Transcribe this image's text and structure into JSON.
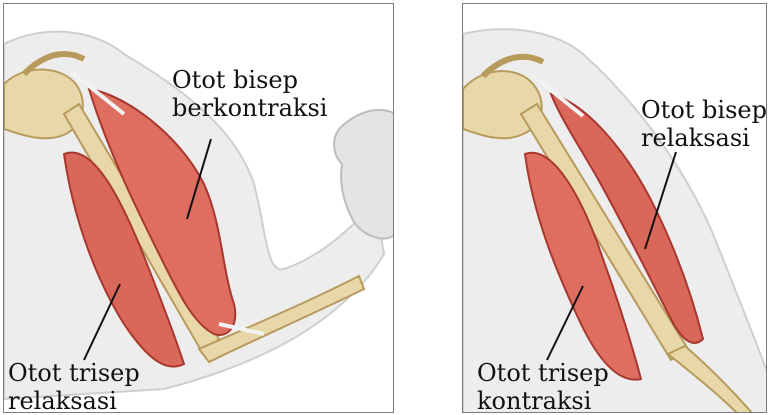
{
  "left_panel": {
    "label_top": [
      "Otot bisep",
      "berkontraksi"
    ],
    "label_bottom": [
      "Otot trisep",
      "relaksasi"
    ]
  },
  "right_panel": {
    "label_top": [
      "Otot bisep",
      "relaksasi"
    ],
    "label_bottom": [
      "Otot trisep",
      "kontraksi"
    ]
  },
  "colors": {
    "skin": "#ececec",
    "skin_outline": "#c8c8c8",
    "bone": "#e7d6a8",
    "bone_outline": "#b89a5c",
    "muscle": "#d9685a",
    "muscle_dark": "#a8372e",
    "line": "#111111"
  }
}
